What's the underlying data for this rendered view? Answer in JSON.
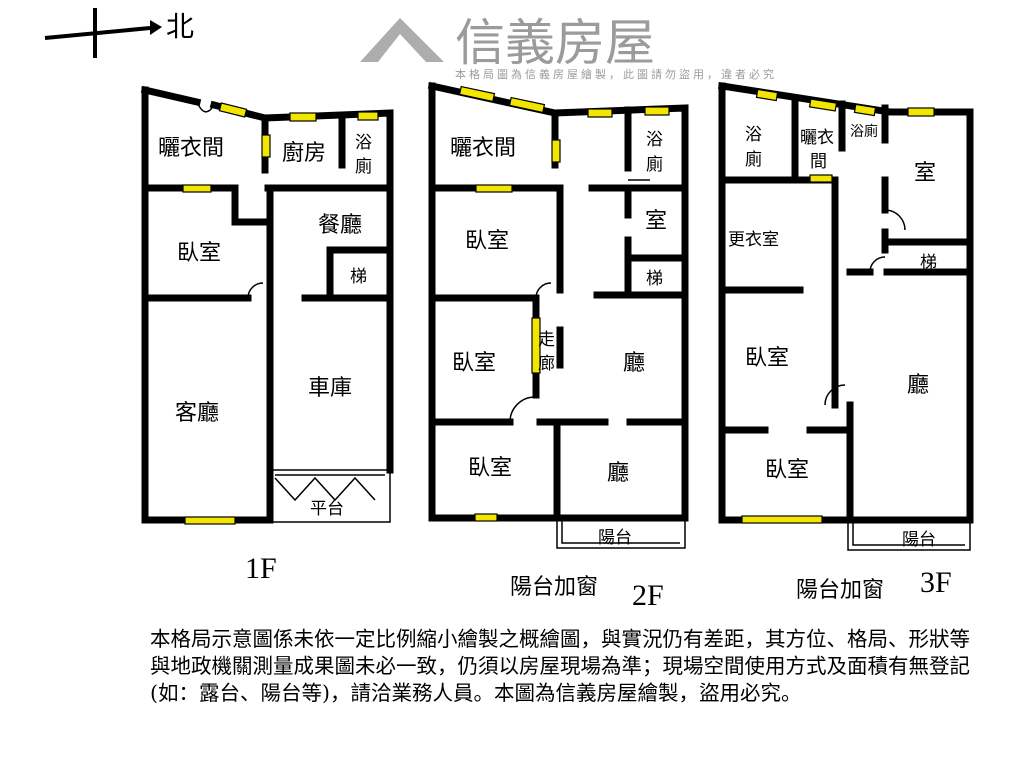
{
  "compass": {
    "north_label": "北"
  },
  "floors": [
    {
      "name": "1F",
      "rooms": [
        "曬衣間",
        "廚房",
        "浴",
        "廁",
        "餐廳",
        "臥室",
        "梯",
        "客廳",
        "車庫",
        "平台"
      ]
    },
    {
      "name": "2F",
      "rooms": [
        "曬衣間",
        "浴",
        "廁",
        "臥室",
        "室",
        "梯",
        "臥室",
        "走",
        "廊",
        "廳",
        "臥室",
        "廳",
        "陽台"
      ],
      "note": "陽台加窗"
    },
    {
      "name": "3F",
      "rooms": [
        "浴",
        "廁",
        "曬衣",
        "間",
        "浴廁",
        "室",
        "更衣室",
        "梯",
        "臥室",
        "廳",
        "臥室",
        "陽台"
      ],
      "note": "陽台加窗"
    }
  ],
  "watermark": {
    "brand": "信義房屋",
    "caption": "本格局圖為信義房屋繪製，此圖請勿盜用，違者必究"
  },
  "disclaimer": "本格局示意圖係未依一定比例縮小繪製之概繪圖，與實況仍有差距，其方位、格局、形狀等與地政機關測量成果圖未必一致，仍須以房屋現場為準；現場空間使用方式及面積有無登記(如：露台、陽台等)，請洽業務人員。本圖為信義房屋繪製，盜用必究。",
  "colors": {
    "window": "#f2e600",
    "wall": "#000000",
    "watermark": "#7a7a7a"
  }
}
